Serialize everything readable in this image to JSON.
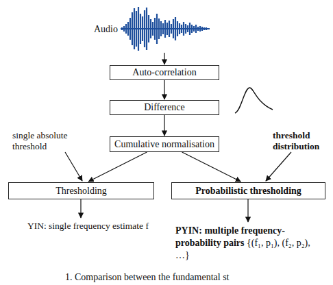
{
  "diagram": {
    "caption": "1. Comparison between the fundamental st",
    "nodes": [
      {
        "text": [
          "Auto-correlation"
        ]
      },
      {
        "text": [
          "Difference"
        ]
      },
      {
        "text": [
          "Cumulative normalisation"
        ]
      },
      {
        "text": [
          "Thresholding"
        ]
      },
      {
        "text": [
          "Probabilistic thresholding"
        ]
      }
    ],
    "edges": [
      {
        "from": 0,
        "to": 1,
        "arrow": "to"
      },
      {
        "from": 1,
        "to": 2,
        "arrow": "to"
      },
      {
        "from": 2,
        "to": 3,
        "arrow": "to"
      },
      {
        "from": 2,
        "to": 4,
        "arrow": "to"
      }
    ],
    "labels": [
      "Audio",
      "single absolute threshold",
      "threshold distribution",
      "YIN: single frequency estimate f",
      "PYIN: multiple frequency-probability pairs",
      "{(f₁, p₁), (f₂, p₂), …}"
    ]
  }
}
